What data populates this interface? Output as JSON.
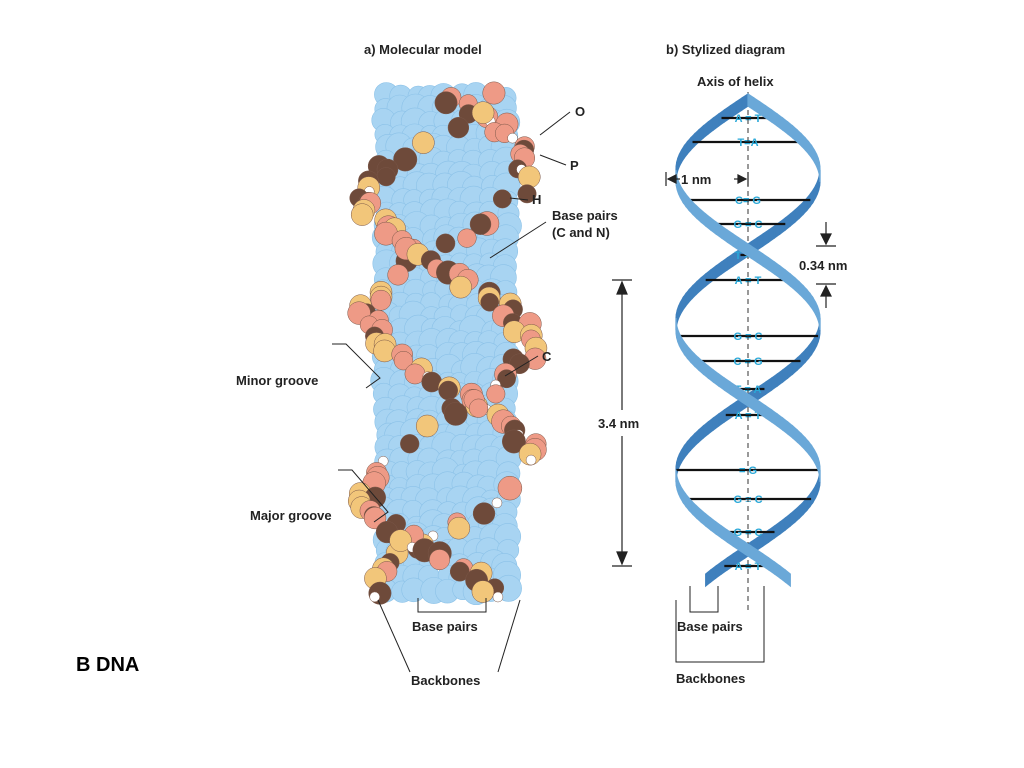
{
  "slide": {
    "corner_label": "B DNA"
  },
  "panel_a": {
    "title": "a)  Molecular model",
    "labels": {
      "oxygen": "O",
      "phosphorus": "P",
      "hydrogen": "H",
      "base_pairs_line1": "Base pairs",
      "base_pairs_line2": "(C and N)",
      "carbon": "C",
      "minor_groove": "Minor groove",
      "major_groove": "Major groove",
      "base_pairs_bottom": "Base pairs",
      "backbones": "Backbones"
    },
    "pitch": "3.4 nm",
    "colors": {
      "base": "#a8d4f2",
      "oxygen": "#ee9a86",
      "phosphorus": "#f2c67a",
      "carbon": "#6e4a3a",
      "hydrogen": "#ffffff"
    }
  },
  "panel_b": {
    "title": "b)  Stylized diagram",
    "axis_label": "Axis of helix",
    "width_label": "1 nm",
    "rise_label": "0.34 nm",
    "base_pairs_label": "Base pairs",
    "backbones_label": "Backbones",
    "pairs": [
      "A = T",
      "T=A",
      "C= G",
      "G = C",
      "T = A",
      "A = T",
      "G = C",
      "C = G",
      "T = A",
      "A = T",
      "= G",
      "G ≡ C",
      "G = C",
      "A = T"
    ],
    "colors": {
      "ribbon": "#6aa8d8",
      "ribbon_dark": "#3f80bd",
      "pair_text": "#29a8d8"
    }
  }
}
